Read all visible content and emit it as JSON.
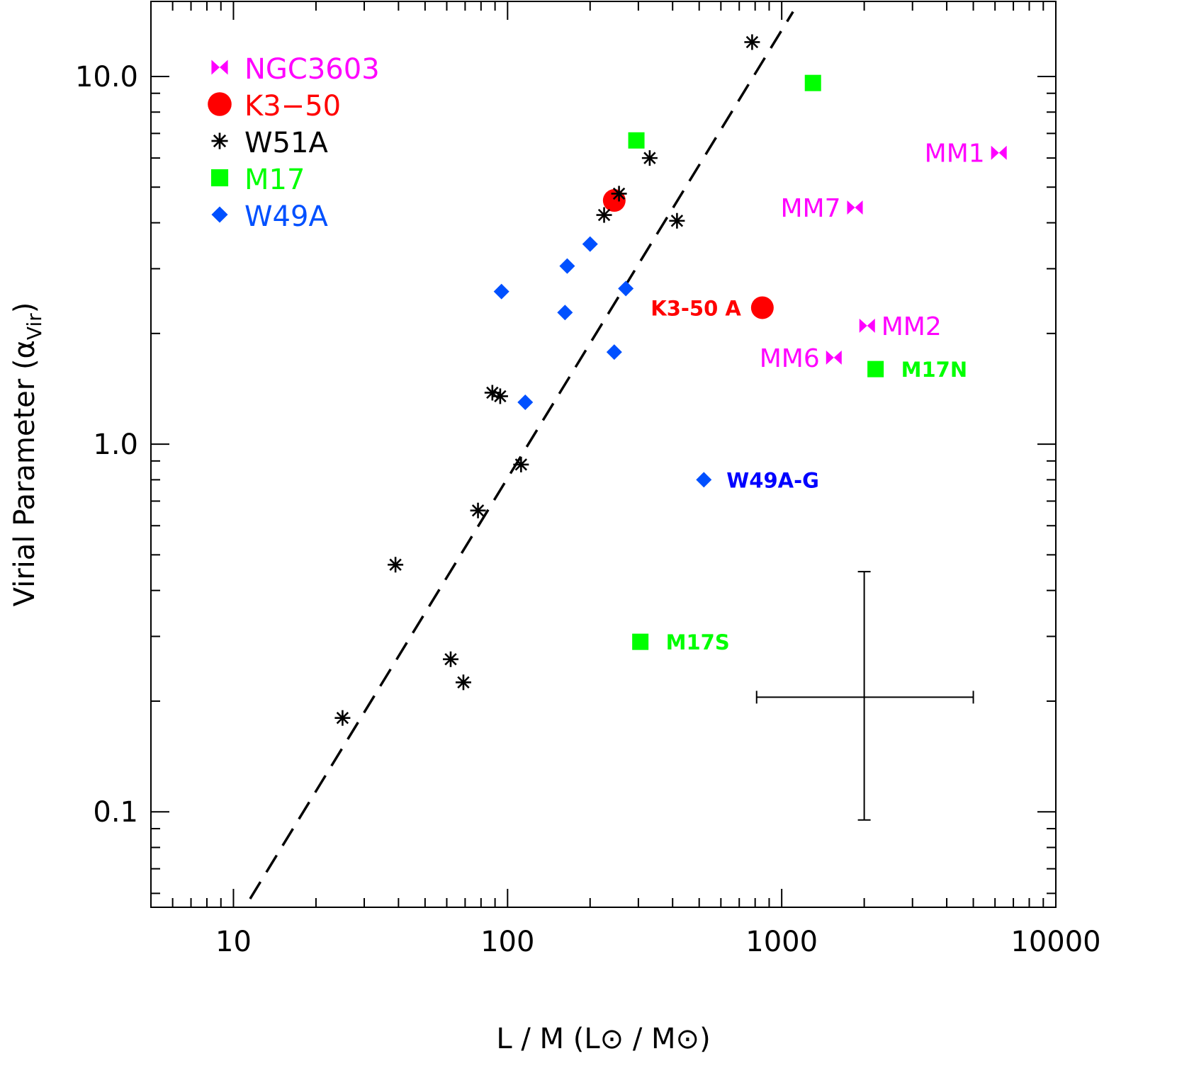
{
  "chart_data": {
    "type": "scatter",
    "xscale": "log",
    "yscale": "log",
    "xlim": [
      5,
      10000
    ],
    "ylim": [
      0.055,
      16
    ],
    "xticks": [
      "10",
      "100",
      "1000",
      "10000"
    ],
    "yticks": [
      "0.1",
      "1.0",
      "10.0"
    ],
    "xlabel": "L / M (L⊙ / M⊙)",
    "ylabel": "Virial Parameter (α",
    "ylabel_sub": "Vir",
    "ylabel_close": ")",
    "legend_position": "top-left",
    "series": [
      {
        "name": "NGC3603",
        "marker": "bowtie",
        "color": "#ff00ff",
        "points": [
          {
            "x": 6200,
            "y": 6.2,
            "label": "MM1"
          },
          {
            "x": 1850,
            "y": 4.4,
            "label": "MM7"
          },
          {
            "x": 2050,
            "y": 2.1,
            "label": "MM2"
          },
          {
            "x": 1550,
            "y": 1.72,
            "label": "MM6"
          }
        ]
      },
      {
        "name": "K3−50",
        "marker": "circle",
        "color": "#ff0000",
        "points": [
          {
            "x": 245,
            "y": 4.6
          },
          {
            "x": 850,
            "y": 2.35,
            "label": "K3-50 A"
          }
        ]
      },
      {
        "name": "W51A",
        "marker": "asterisk",
        "color": "#000000",
        "points": [
          {
            "x": 780,
            "y": 12.4
          },
          {
            "x": 330,
            "y": 6.0
          },
          {
            "x": 255,
            "y": 4.8
          },
          {
            "x": 225,
            "y": 4.2
          },
          {
            "x": 415,
            "y": 4.05
          },
          {
            "x": 88,
            "y": 1.38
          },
          {
            "x": 94,
            "y": 1.35
          },
          {
            "x": 112,
            "y": 0.88
          },
          {
            "x": 78,
            "y": 0.66
          },
          {
            "x": 39,
            "y": 0.47
          },
          {
            "x": 62,
            "y": 0.26
          },
          {
            "x": 69,
            "y": 0.225
          },
          {
            "x": 25,
            "y": 0.18
          }
        ]
      },
      {
        "name": "M17",
        "marker": "square",
        "color": "#00ff00",
        "points": [
          {
            "x": 1300,
            "y": 9.6
          },
          {
            "x": 295,
            "y": 6.7
          },
          {
            "x": 2200,
            "y": 1.6,
            "label": "M17N"
          },
          {
            "x": 305,
            "y": 0.29,
            "label": "M17S"
          }
        ]
      },
      {
        "name": "W49A",
        "marker": "diamond",
        "color": "#0050ff",
        "points": [
          {
            "x": 200,
            "y": 3.5
          },
          {
            "x": 165,
            "y": 3.05
          },
          {
            "x": 95,
            "y": 2.6
          },
          {
            "x": 270,
            "y": 2.65
          },
          {
            "x": 162,
            "y": 2.28
          },
          {
            "x": 245,
            "y": 1.78
          },
          {
            "x": 116,
            "y": 1.3
          },
          {
            "x": 520,
            "y": 0.8,
            "label": "W49A-G",
            "label_color": "#0000ff"
          }
        ]
      }
    ],
    "fit_line": {
      "style": "dashed",
      "color": "#000000",
      "points": [
        [
          11.5,
          0.058
        ],
        [
          1100,
          15
        ]
      ]
    },
    "error_bar": {
      "x": 2000,
      "y": 0.205,
      "xlow": 810,
      "xhigh": 5000,
      "ylow": 0.095,
      "yhigh": 0.45
    }
  }
}
